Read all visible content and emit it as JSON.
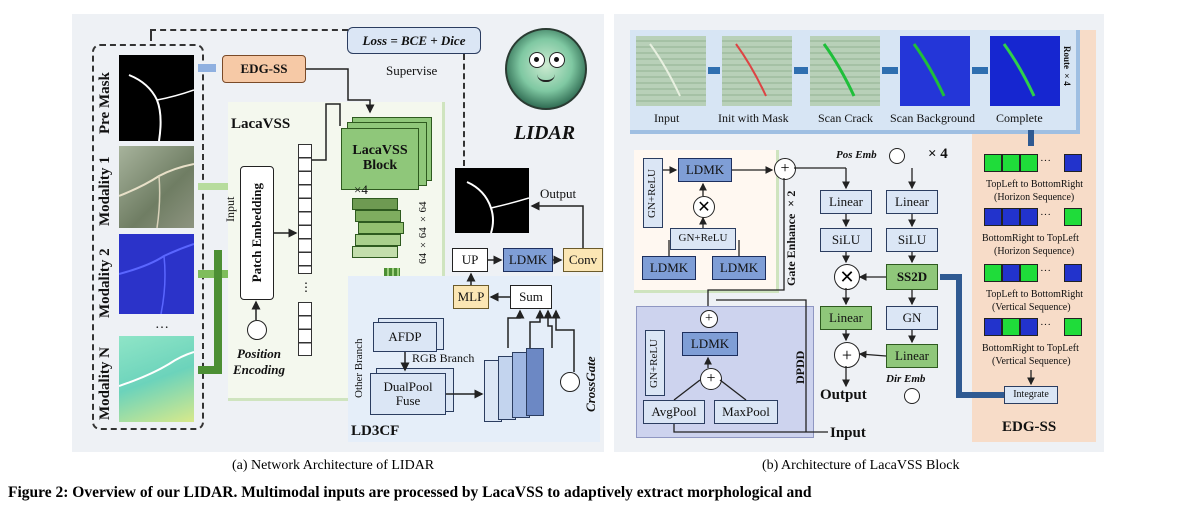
{
  "panel_a": {
    "caption": "(a) Network Architecture of  LIDAR",
    "modalities": [
      "Pre Mask",
      "Modality 1",
      "Modality 2",
      "Modality N"
    ],
    "modality_ellipsis": "…",
    "loss_label": "Loss = BCE + Dice",
    "supervise_label": "Supervise",
    "edgss_label": "EDG-SS",
    "lacavss_label": "LacaVSS",
    "input_label": "Input",
    "patch_embedding_label": "Patch Embedding",
    "position_encoding_label": "Position Encoding",
    "lacavss_block_label": "LacaVSS Block",
    "times4_label": "×4",
    "dims_label": "64 ×64 ×64",
    "lidar_title": "LIDAR",
    "output_label": "Output",
    "up_label": "UP",
    "ldmk_label": "LDMK",
    "conv_label": "Conv",
    "mlp_label": "MLP",
    "sum_label": "Sum",
    "afdp_label": "AFDP",
    "rgb_branch_label": "RGB Branch",
    "other_branch_label": "Other Branch",
    "dualpool_label": "DualPool Fuse",
    "crossgate_label": "CrossGate",
    "ld3cf_label": "LD3CF"
  },
  "panel_b": {
    "caption": "(b) Architecture of  LacaVSS Block",
    "route_images": [
      "Input",
      "Init with Mask",
      "Scan Crack",
      "Scan Background",
      "Complete"
    ],
    "route_label": "Route ×4",
    "gn_relu_label": "GN+ReLU",
    "ldmk_label": "LDMK",
    "gate_enhance_label": "Gate Enhance ×2",
    "dpdd_label": "DPDD",
    "avgpool_label": "AvgPool",
    "maxpool_label": "MaxPool",
    "input_label": "Input",
    "pos_emb_label": "Pos Emb",
    "times4_label": "× 4",
    "linear_label": "Linear",
    "silu_label": "SiLU",
    "ss2d_label": "SS2D",
    "gn_label": "GN",
    "dir_emb_label": "Dir Emb",
    "output_label": "Output",
    "scan_orders": [
      {
        "title": "TopLeft to BottomRight",
        "sub": "(Horizon Sequence)"
      },
      {
        "title": "BottomRight to TopLeft",
        "sub": "(Horizon Sequence)"
      },
      {
        "title": "TopLeft to BottomRight",
        "sub": "(Vertical Sequence)"
      },
      {
        "title": "BottomRight to TopLeft",
        "sub": "(Vertical Sequence)"
      }
    ],
    "scan_ellipsis": "···",
    "integrate_label": "Integrate",
    "edgss_label": "EDG-SS"
  },
  "figure_caption": "Figure 2: Overview of our LIDAR. Multimodal inputs are processed by LacaVSS to adaptively extract morphological and",
  "colors": {
    "panel_bg": "#eef1f5",
    "blue_box": "#7f9ed6",
    "green_box": "#8fc77a",
    "light_blue": "#dbe6f5",
    "yellow_box": "#fbe6b4",
    "edgss_bg": "#f7dcc8",
    "route_bg": "#d7e5f4",
    "dpdd_bg": "#cdd3ee",
    "modality_blue": "#2b33c9",
    "modality_teal": "#6cd3bb"
  }
}
